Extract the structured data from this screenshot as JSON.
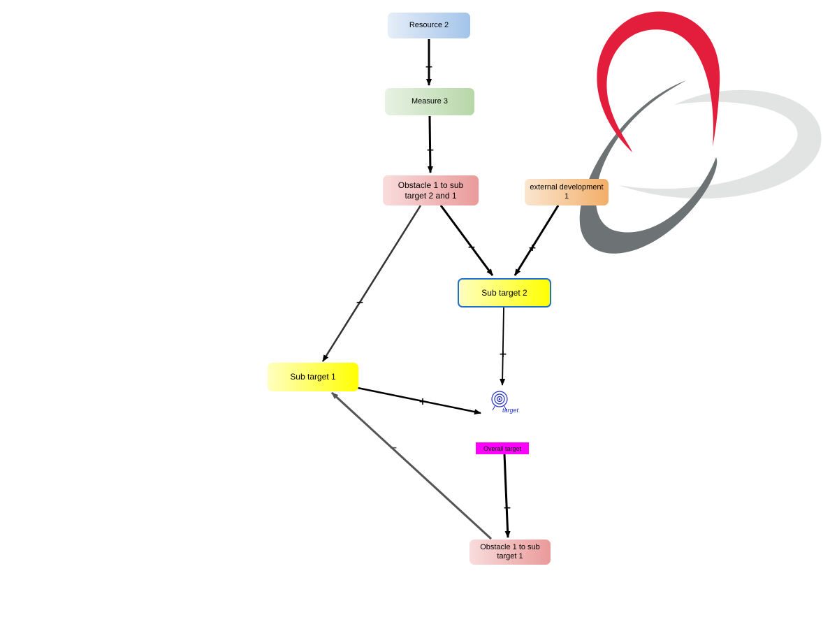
{
  "nodes": {
    "resource2": "Resource 2",
    "measure3": "Measure 3",
    "obstacle_st2_st1": "Obstacle 1 to sub target 2 and 1",
    "external_dev1": "external development 1",
    "subtarget2": "Sub target 2",
    "subtarget1": "Sub target 1",
    "target_icon_label": "target",
    "overall_target": "Overall target",
    "obstacle_st1": "Obstacle 1 to sub target 1"
  },
  "edges": [
    {
      "from": "resource2",
      "to": "measure3",
      "sign": "+"
    },
    {
      "from": "measure3",
      "to": "obstacle_st2_st1",
      "sign": "−"
    },
    {
      "from": "obstacle_st2_st1",
      "to": "subtarget2",
      "sign": "−"
    },
    {
      "from": "external_dev1",
      "to": "subtarget2",
      "sign": "+"
    },
    {
      "from": "obstacle_st2_st1",
      "to": "subtarget1",
      "sign": "−"
    },
    {
      "from": "subtarget2",
      "to": "overall_target",
      "sign": "+"
    },
    {
      "from": "subtarget1",
      "to": "overall_target",
      "sign": "+"
    },
    {
      "from": "overall_target",
      "to": "obstacle_st1",
      "sign": "−"
    },
    {
      "from": "obstacle_st1",
      "to": "subtarget1",
      "sign": "−"
    }
  ],
  "colors": {
    "logo_red": "#e31e3c",
    "logo_dark_gray": "#6d7275",
    "logo_light_gray": "#e2e4e4",
    "overall_target": "#ff00ff",
    "selected_border": "#1e6fd0",
    "target_icon": "#2030c8"
  }
}
